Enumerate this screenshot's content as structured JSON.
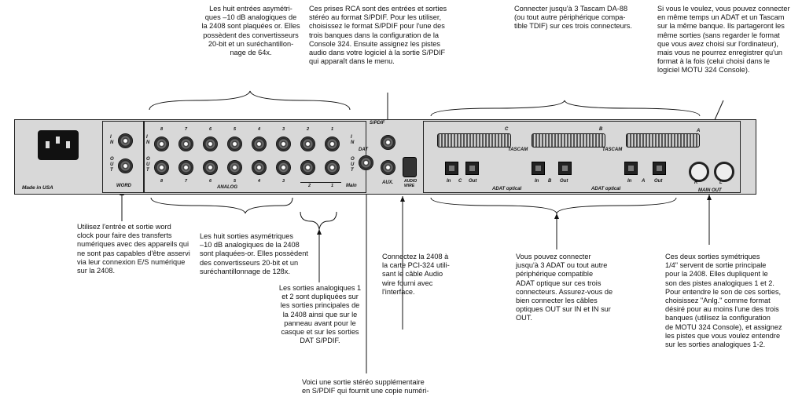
{
  "notes": {
    "inputs": "Les huit entrées asymétri-\nques –10 dB analogiques de\nla 2408 sont plaquées or. Elles\npossèdent des convertisseurs\n20-bit et un suréchantillon-\nnage de 64x.",
    "spdif": "Ces prises RCA sont des entrées et sorties\nstéréo au format S/PDIF. Pour les utiliser,\nchoisissez le format S/PDIF pour l'une des\ntrois banques dans la configuration de la\nConsole 324. Ensuite assignez les pistes\naudio dans votre logiciel à la sortie S/PDIF\nqui apparaît dans le menu.",
    "tascam": "Connecter jusqu'à 3 Tascam DA-88\n(ou tout autre périphérique compa-\ntible TDIF) sur ces trois connecteurs.",
    "adat_tascam": "Si vous le voulez, vous pouvez connecter\nen même temps un ADAT et un Tascam\nsur la même banque. Ils partageront les\nmême sorties (sans regarder le format\nque vous avez choisi sur l'ordinateur),\nmais vous ne pourrez enregistrer qu'un\nformat à la fois (celui choisi dans le\nlogiciel MOTU 324 Console).",
    "word": "Utilisez l'entrée et sortie word\nclock pour faire des transferts\nnumériques avec des appareils qui\nne sont pas capables d'être asservi\nvia leur connexion E/S numérique\nsur la 2408.",
    "outputs": "Les huit sorties asymétriques\n–10 dB analogiques de la 2408\nsont plaquées-or. Elles possèdent\ndes convertisseurs 20-bit et un\nsuréchantillonnage de 128x.",
    "analog12": "Les sorties analogiques 1\net 2 sont dupliquées sur\nles sorties principales de\nla 2408 ainsi que sur le\npanneau avant pour le\ncasque et sur les sorties\nDAT S/PDIF.",
    "pci": "Connectez la 2408 à\nla carte PCI-324 utili-\nsant le câble Audio\nwire fourni avec\nl'interface.",
    "adat_optical": "Vous pouvez connecter\njusqu'à 3 ADAT ou tout autre\npériphérique compatible\nADAT optique sur ces trois\nconnecteurs. Assurez-vous de\nbien connecter les câbles\noptiques OUT sur IN et IN sur\nOUT.",
    "main_out": "Ces deux sorties symétriques\n1/4\" servent de sortie principale\npour la 2408. Elles dupliquent le\nson des pistes analogiques 1 et 2.\nPour entendre le son de ces sorties,\nchoisissez \"Anlg.\" comme format\ndésiré pour au moins l'une des trois\nbanques (utilisez la configuration\nde MOTU 324 Console), et assignez\nles pistes que vous voulez entendre\nsur les sorties analogiques 1-2.",
    "spdif_dat": "Voici une sortie stéréo supplémentaire\nen S/PDIF qui fournit une copie numéri-"
  },
  "panel": {
    "made_in": "Made in USA",
    "word": "WORD",
    "in": "I\nN",
    "out": "O\nU\nT",
    "analog": "ANALOG",
    "main": "Main",
    "dat": "DAT",
    "spdif": "S/PDIF",
    "aux": "AUX.",
    "audio_wire": "AUDIO\nWIRE",
    "tascam": "TASCAM",
    "adat_optical": "ADAT optical",
    "main_out": "MAIN OUT",
    "bank_c": "C",
    "bank_b": "B",
    "bank_a": "A",
    "in_lbl": "In",
    "out_lbl": "Out",
    "r": "R",
    "l": "L",
    "top_nums": [
      "8",
      "7",
      "6",
      "5",
      "4",
      "3",
      "2",
      "1"
    ],
    "bottom_nums": [
      "8",
      "7",
      "6",
      "5",
      "4",
      "3",
      "2",
      "1"
    ],
    "main_1": "1",
    "main_2": "2"
  }
}
